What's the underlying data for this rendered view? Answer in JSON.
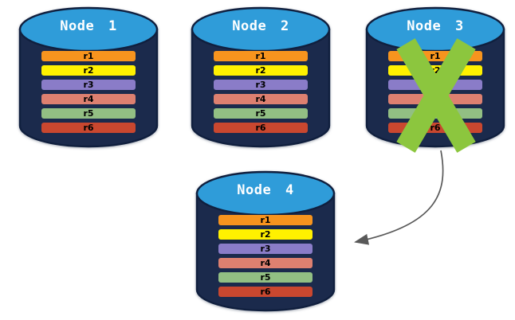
{
  "background_color": "#ffffff",
  "colors": {
    "cylinder_body": "#1B2A4C",
    "cylinder_outline": "#101F3E",
    "cylinder_top": "#2F9CD9",
    "node_label": "#FFFFFF",
    "bar_label": "#000000",
    "cross": "#8CC63E",
    "arrow": "#595959"
  },
  "nodes": [
    {
      "label": "Node 1",
      "failed": false,
      "replicas": [
        {
          "label": "r1",
          "color": "#F7941E"
        },
        {
          "label": "r2",
          "color": "#FFF100"
        },
        {
          "label": "r3",
          "color": "#8A7CC8"
        },
        {
          "label": "r4",
          "color": "#DD8070"
        },
        {
          "label": "r5",
          "color": "#92BF83"
        },
        {
          "label": "r6",
          "color": "#C9472F"
        }
      ]
    },
    {
      "label": "Node 2",
      "failed": false,
      "replicas": [
        {
          "label": "r1",
          "color": "#F7941E"
        },
        {
          "label": "r2",
          "color": "#FFF100"
        },
        {
          "label": "r3",
          "color": "#8A7CC8"
        },
        {
          "label": "r4",
          "color": "#DD8070"
        },
        {
          "label": "r5",
          "color": "#92BF83"
        },
        {
          "label": "r6",
          "color": "#C9472F"
        }
      ]
    },
    {
      "label": "Node 3",
      "failed": true,
      "replicas": [
        {
          "label": "r1",
          "color": "#F7941E"
        },
        {
          "label": "r2",
          "color": "#FFF100"
        },
        {
          "label": "r3",
          "color": "#8A7CC8"
        },
        {
          "label": "r4",
          "color": "#DD8070"
        },
        {
          "label": "r5",
          "color": "#92BF83"
        },
        {
          "label": "r6",
          "color": "#C9472F"
        }
      ]
    },
    {
      "label": "Node 4",
      "failed": false,
      "replicas": [
        {
          "label": "r1",
          "color": "#F7941E"
        },
        {
          "label": "r2",
          "color": "#FFF100"
        },
        {
          "label": "r3",
          "color": "#8A7CC8"
        },
        {
          "label": "r4",
          "color": "#DD8070"
        },
        {
          "label": "r5",
          "color": "#92BF83"
        },
        {
          "label": "r6",
          "color": "#C9472F"
        }
      ]
    }
  ],
  "arrow": {
    "from": "Node 3",
    "to": "Node 4"
  }
}
